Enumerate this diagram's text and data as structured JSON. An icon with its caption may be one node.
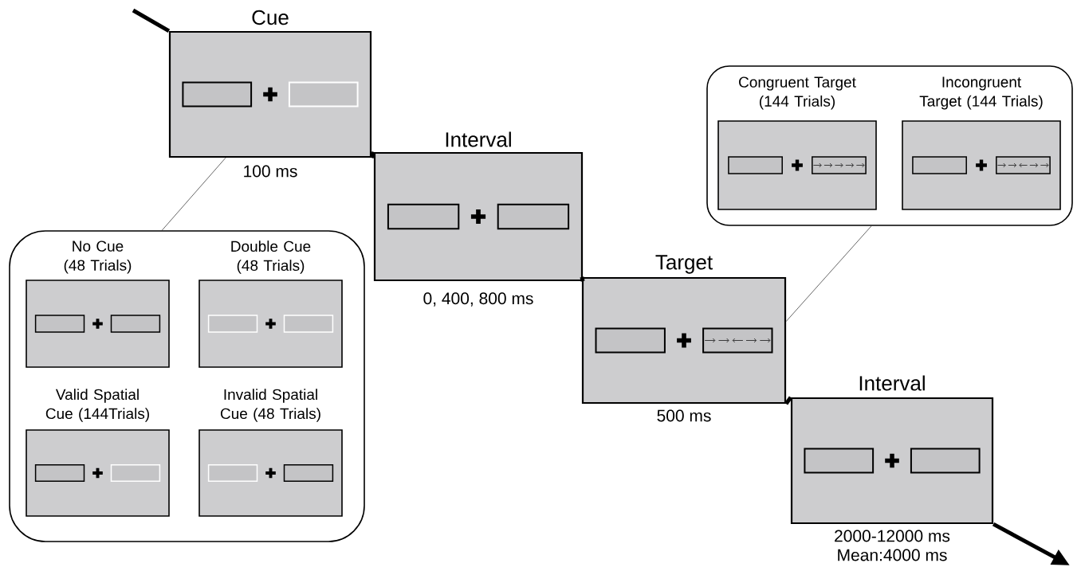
{
  "diagram": {
    "nodes": [
      {
        "text": [
          "Cue"
        ],
        "beside": [
          "100 ms"
        ]
      },
      {
        "text": [
          "Interval"
        ],
        "beside": [
          "0, 400, 800 ms"
        ]
      },
      {
        "text": [
          "Target"
        ],
        "beside": [
          "500 ms"
        ]
      },
      {
        "text": [
          "Interval"
        ],
        "beside": [
          "2000-12000 ms",
          "Mean:4000 ms"
        ]
      },
      {
        "text": [],
        "shape": "box"
      },
      {
        "text": [
          "No Cue (48 Trials)"
        ],
        "in": 4
      },
      {
        "text": [
          "Double Cue (48 Trials)"
        ],
        "in": 4
      },
      {
        "text": [
          "Valid Spatial Cue (144Trials)"
        ],
        "in": 4
      },
      {
        "text": [
          "Invalid Spatial Cue (48 Trials)"
        ],
        "in": 4
      },
      {
        "text": [],
        "shape": "box"
      },
      {
        "text": [
          "Congruent Target (144 Trials)"
        ],
        "in": 9
      },
      {
        "text": [
          "Incongruent Target (144 Trials)"
        ],
        "in": 9
      }
    ],
    "edges": [
      {
        "from": null,
        "to": 0,
        "arrow": "none"
      },
      {
        "from": 0,
        "to": 1,
        "arrow": "none"
      },
      {
        "from": 1,
        "to": 2,
        "arrow": "none"
      },
      {
        "from": 2,
        "to": 3,
        "arrow": "none"
      },
      {
        "from": 3,
        "to": null,
        "arrow": "to"
      },
      {
        "from": 0,
        "to": 4,
        "arrow": "none"
      },
      {
        "from": 2,
        "to": 9,
        "arrow": "none"
      }
    ]
  }
}
